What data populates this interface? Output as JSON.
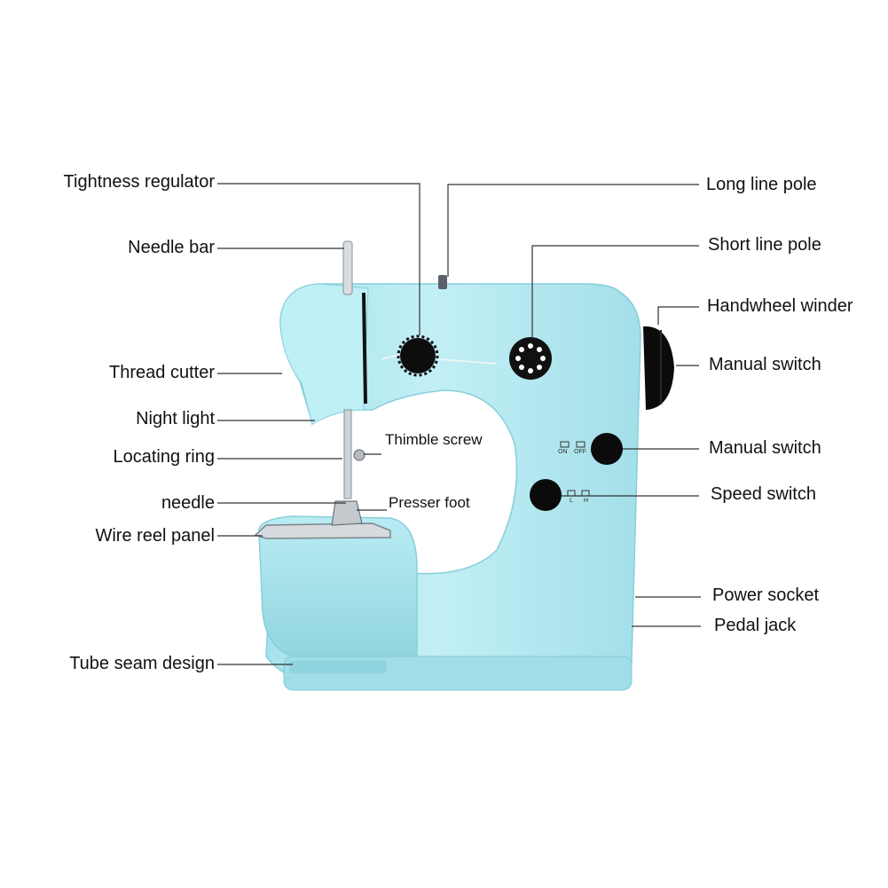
{
  "colors": {
    "machine_body": "#b4eaf1",
    "machine_shadow": "#8fd6e1",
    "knob_dark": "#0a0a0a",
    "leader_line": "#333333",
    "metal": "#c9ced3"
  },
  "labels": {
    "tightness_regulator": "Tightness regulator",
    "needle_bar": "Needle bar",
    "thread_cutter": "Thread cutter",
    "night_light": "Night light",
    "locating_ring": "Locating ring",
    "needle": "needle",
    "wire_reel_panel": "Wire reel panel",
    "tube_seam_design": "Tube seam design",
    "thimble_screw": "Thimble screw",
    "presser_foot": "Presser foot",
    "long_line_pole": "Long line pole",
    "short_line_pole": "Short line pole",
    "handwheel_winder": "Handwheel winder",
    "manual_switch_1": "Manual switch",
    "manual_switch_2": "Manual switch",
    "speed_switch": "Speed switch",
    "power_socket": "Power socket",
    "pedal_jack": "Pedal jack"
  },
  "switch_marks": {
    "on": "ON",
    "off": "OFF",
    "low": "L",
    "high": "H"
  }
}
